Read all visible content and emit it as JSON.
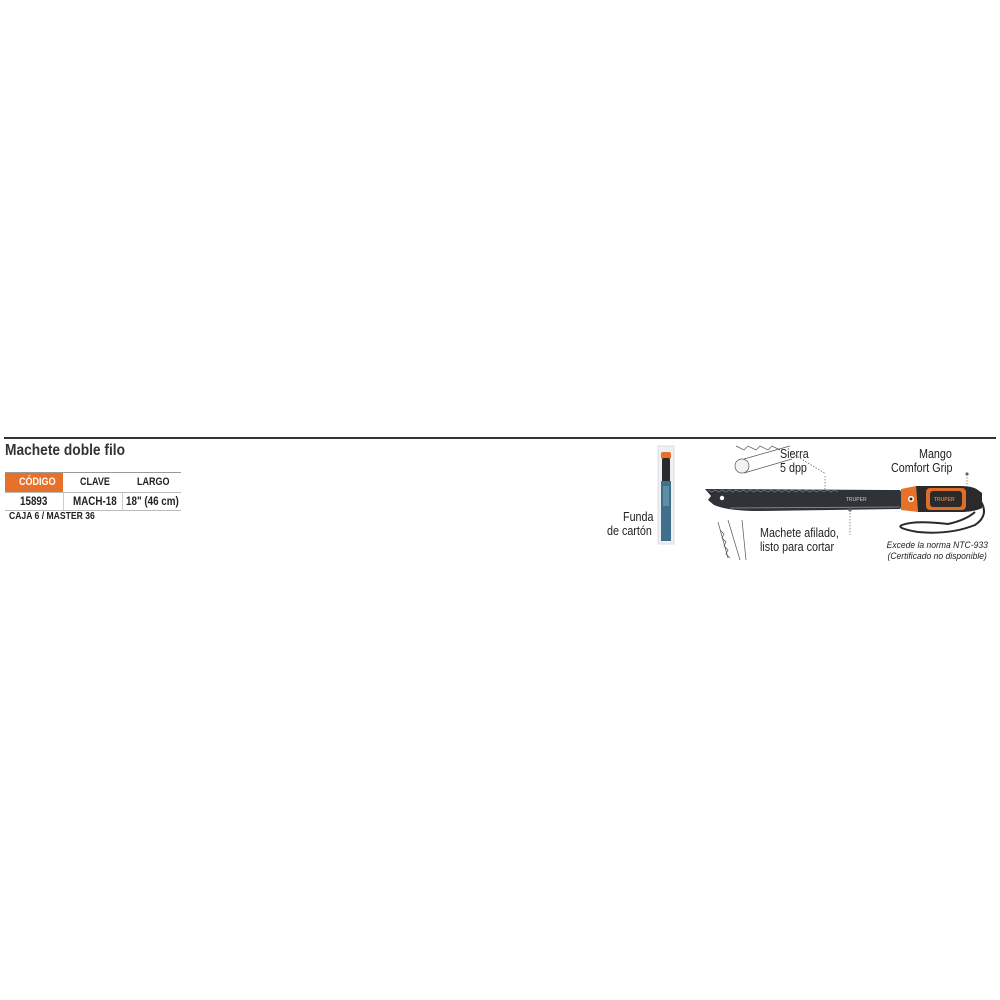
{
  "product": {
    "title": "Machete doble filo"
  },
  "spec_table": {
    "headers": [
      "CÓDIGO",
      "CLAVE",
      "LARGO"
    ],
    "row": [
      "15893",
      "MACH-18",
      "18\" (46 cm)"
    ]
  },
  "packaging": "CAJA 6 / MASTER 36",
  "callouts": {
    "sheath": [
      "Funda",
      "de cartón"
    ],
    "saw": [
      "Sierra",
      "5 dpp"
    ],
    "handle": [
      "Mango",
      "Comfort Grip"
    ],
    "edge": [
      "Machete afilado,",
      "listo para cortar"
    ]
  },
  "norm_note": [
    "Excede la norma NTC-933",
    "(Certificado no disponible)"
  ],
  "brand_mark": "TRUPER",
  "colors": {
    "accent": "#e8712a",
    "blade": "#2f3236",
    "handle": "#2a2a2a",
    "sheath": "#3f6f8a"
  }
}
